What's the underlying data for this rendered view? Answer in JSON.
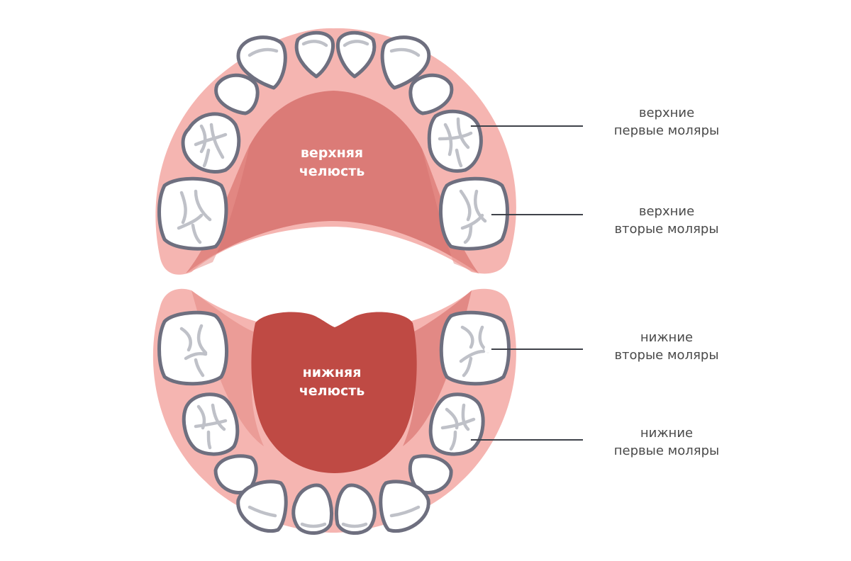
{
  "colors": {
    "gum": "#f5b5b1",
    "palate": "#db7b77",
    "palate_edge": "#e7928c",
    "tongue": "#bf4a44",
    "tooth_outline": "#6e6f7f",
    "groove": "#bfc1c8",
    "leader_line": "#3f424a",
    "label_text": "#4a4a4a"
  },
  "jaws": {
    "upper": {
      "line1": "верхняя",
      "line2": "челюсть"
    },
    "lower": {
      "line1": "нижняя",
      "line2": "челюсть"
    }
  },
  "callouts": [
    {
      "line1": "верхние",
      "line2": "первые моляры"
    },
    {
      "line1": "верхние",
      "line2": "вторые моляры"
    },
    {
      "line1": "нижние",
      "line2": "вторые моляры"
    },
    {
      "line1": "нижние",
      "line2": "первые моляры"
    }
  ]
}
